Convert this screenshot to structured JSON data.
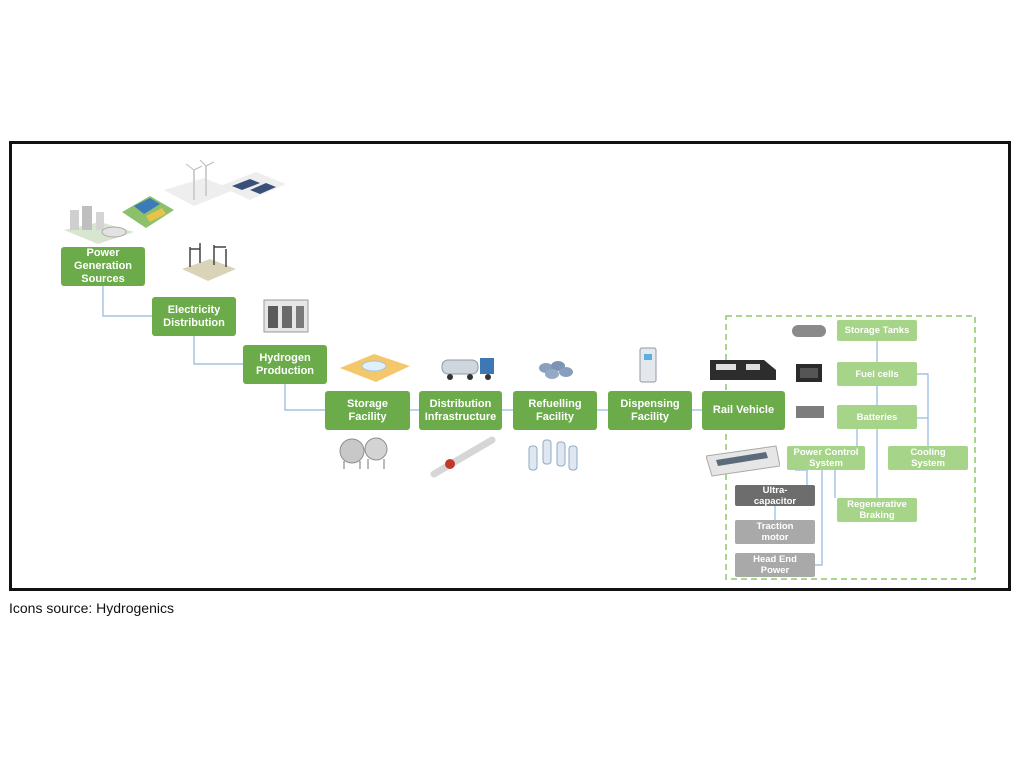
{
  "chain": {
    "power_generation": "Power Generation Sources",
    "electricity_distribution": "Electricity Distribution",
    "hydrogen_production": "Hydrogen Production",
    "storage_facility": "Storage Facility",
    "distribution_infrastructure": "Distribution Infrastructure",
    "refuelling_facility": "Refuelling Facility",
    "dispensing_facility": "Dispensing Facility",
    "rail_vehicle": "Rail Vehicle"
  },
  "vehicle": {
    "storage_tanks": "Storage Tanks",
    "fuel_cells": "Fuel cells",
    "batteries": "Batteries",
    "power_control": "Power Control System",
    "cooling": "Cooling System",
    "regenerative": "Regenerative Braking",
    "ultracapacitor": "Ultra-capacitor",
    "traction_motor": "Traction motor",
    "head_end_power": "Head End Power"
  },
  "caption": "Icons source: Hydrogenics",
  "colors": {
    "primary_green": "#6bab4a",
    "light_green": "#a6d489",
    "gray": "#a9a9a9",
    "dark_gray": "#6d6d6d",
    "connector_blue": "#8fb8de"
  },
  "icons": [
    "power-plant-icon",
    "hydro-dam-icon",
    "wind-turbine-icon",
    "solar-panel-icon",
    "substation-icon",
    "electrolyser-icon",
    "storage-container-icon",
    "gas-spheres-icon",
    "tanker-truck-icon",
    "pipeline-icon",
    "cylinder-cluster-icon",
    "gas-bottles-icon",
    "dispenser-icon",
    "locomotive-icon",
    "passenger-train-icon",
    "tank-cylinder-icon",
    "fuel-cell-stack-icon",
    "battery-pack-icon"
  ]
}
